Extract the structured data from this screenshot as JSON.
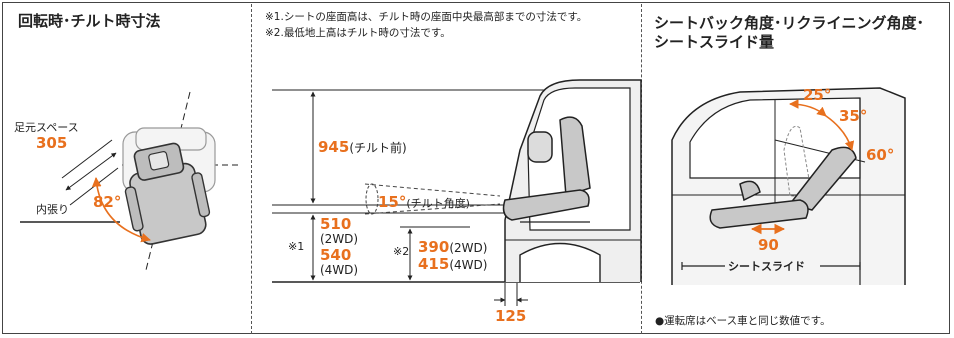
{
  "panel1": {
    "title": "回転時･チルト時寸法",
    "foot_space_label": "足元スペース",
    "foot_space_value": "305",
    "inner_trim_label": "内張り",
    "rotation_angle": "82°"
  },
  "panel2": {
    "note1": "※1.シートの座面高は、チルト時の座面中央最高部までの寸法です。",
    "note2": "※2.最低地上高はチルト時の寸法です。",
    "height_value": "945",
    "height_caption": "(チルト前)",
    "tilt_value": "15°",
    "tilt_caption": "(チルト角度)",
    "mark1": "※1",
    "seat_2wd_value": "510",
    "seat_2wd_caption": "(2WD)",
    "seat_4wd_value": "540",
    "seat_4wd_caption": "(4WD)",
    "mark2": "※2",
    "ground_2wd_value": "390",
    "ground_2wd_caption": "(2WD)",
    "ground_4wd_value": "415",
    "ground_4wd_caption": "(4WD)",
    "offset_value": "125"
  },
  "panel3": {
    "title_line1": "シートバック角度･リクライニング角度･",
    "title_line2": "シートスライド量",
    "angle_a": "25°",
    "angle_b": "35°",
    "angle_c": "60°",
    "slide_value": "90",
    "slide_label": "シートスライド",
    "footnote": "●運転席はベース車と同じ数値です。"
  },
  "colors": {
    "accent": "#e8701e",
    "line": "#222222",
    "seat_fill": "#c8c8c8",
    "body_fill": "#efefef"
  }
}
